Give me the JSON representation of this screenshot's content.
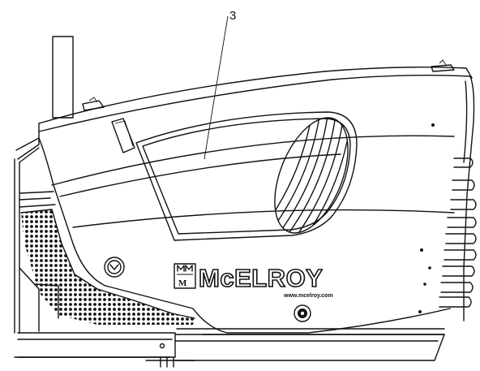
{
  "callout": {
    "number": "3"
  },
  "logo": {
    "brand": "McELROY",
    "mark": "M",
    "url": "www.mcelroy.com"
  }
}
